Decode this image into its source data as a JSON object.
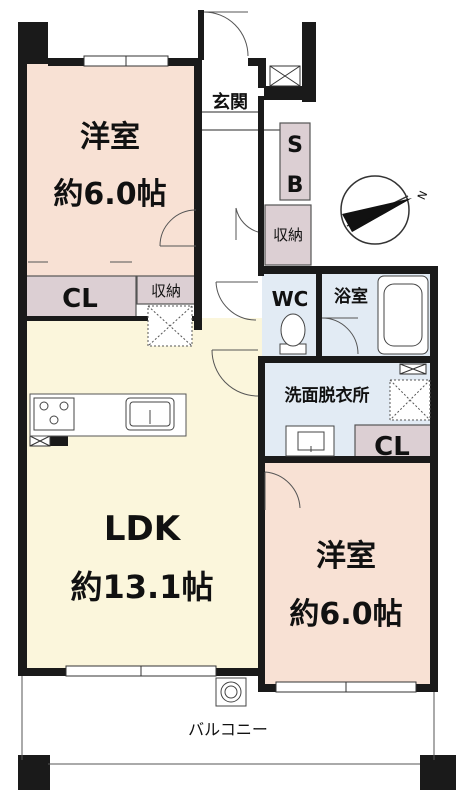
{
  "rooms": {
    "western_north": {
      "name": "洋室",
      "size": "約6.0帖"
    },
    "western_south": {
      "name": "洋室",
      "size": "約6.0帖"
    },
    "ldk": {
      "name": "LDK",
      "size": "約13.1帖"
    },
    "entrance": "玄関",
    "shoebox": [
      "S",
      "B"
    ],
    "storage_hall": "収納",
    "storage_north": "収納",
    "closet_north": "CL",
    "closet_south": "CL",
    "wc": "WC",
    "bath": "浴室",
    "washroom": "洗面脱衣所",
    "balcony": "バルコニー"
  },
  "compass": {
    "north_label": "N"
  },
  "colors": {
    "bedroom": "#f8e1d4",
    "ldk": "#fbf6dc",
    "wet_area": "#e2ebf4",
    "storage": "#dccfd3",
    "hall": "#ffffff",
    "wall": "#1a1a1a"
  }
}
